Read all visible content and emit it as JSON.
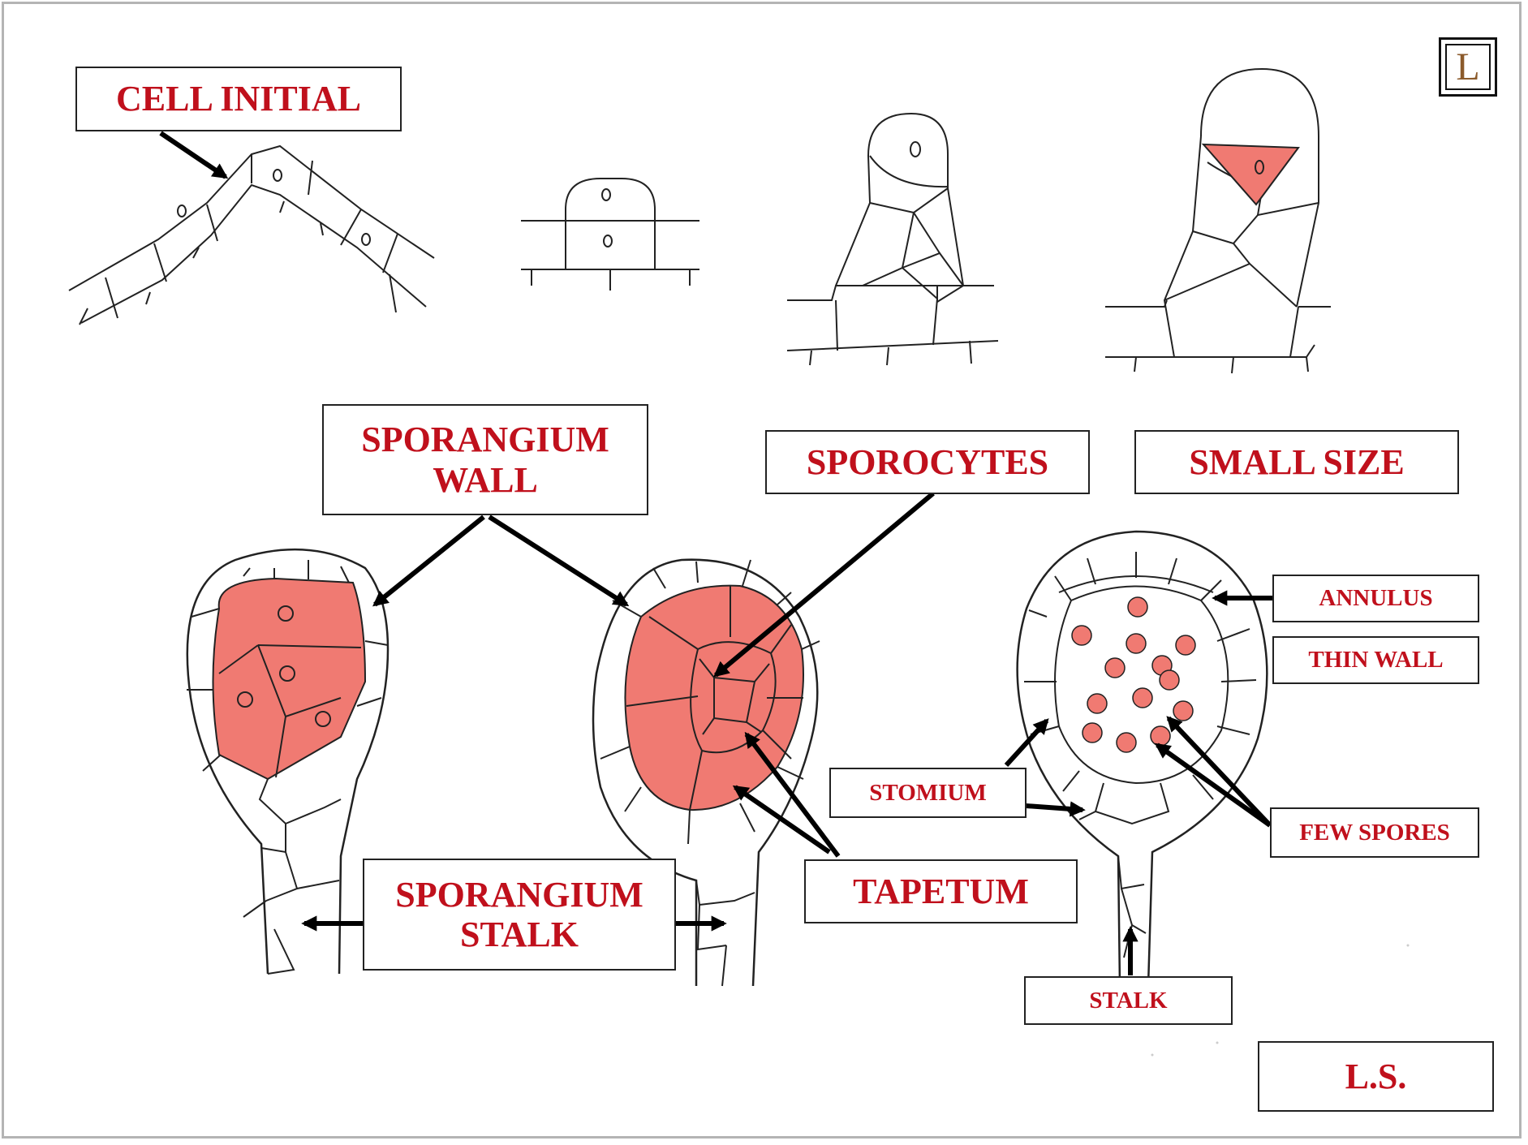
{
  "logo": {
    "letter": "L"
  },
  "labels": {
    "cell_initial": "CELL INITIAL",
    "sporangium_wall_line1": "SPORANGIUM",
    "sporangium_wall_line2": "WALL",
    "sporocytes": "SPOROCYTES",
    "small_size": "SMALL SIZE",
    "annulus": "ANNULUS",
    "thin_wall": "THIN WALL",
    "stomium": "STOMIUM",
    "few_spores": "FEW SPORES",
    "sporangium_stalk_line1": "SPORANGIUM",
    "sporangium_stalk_line2": "STALK",
    "tapetum": "TAPETUM",
    "stalk": "STALK",
    "ls": "L.S."
  },
  "colors": {
    "label_text": "#c0101c",
    "sporogenous_fill": "#f07a72",
    "outline": "#111111",
    "frame": "#b4b4b4"
  }
}
